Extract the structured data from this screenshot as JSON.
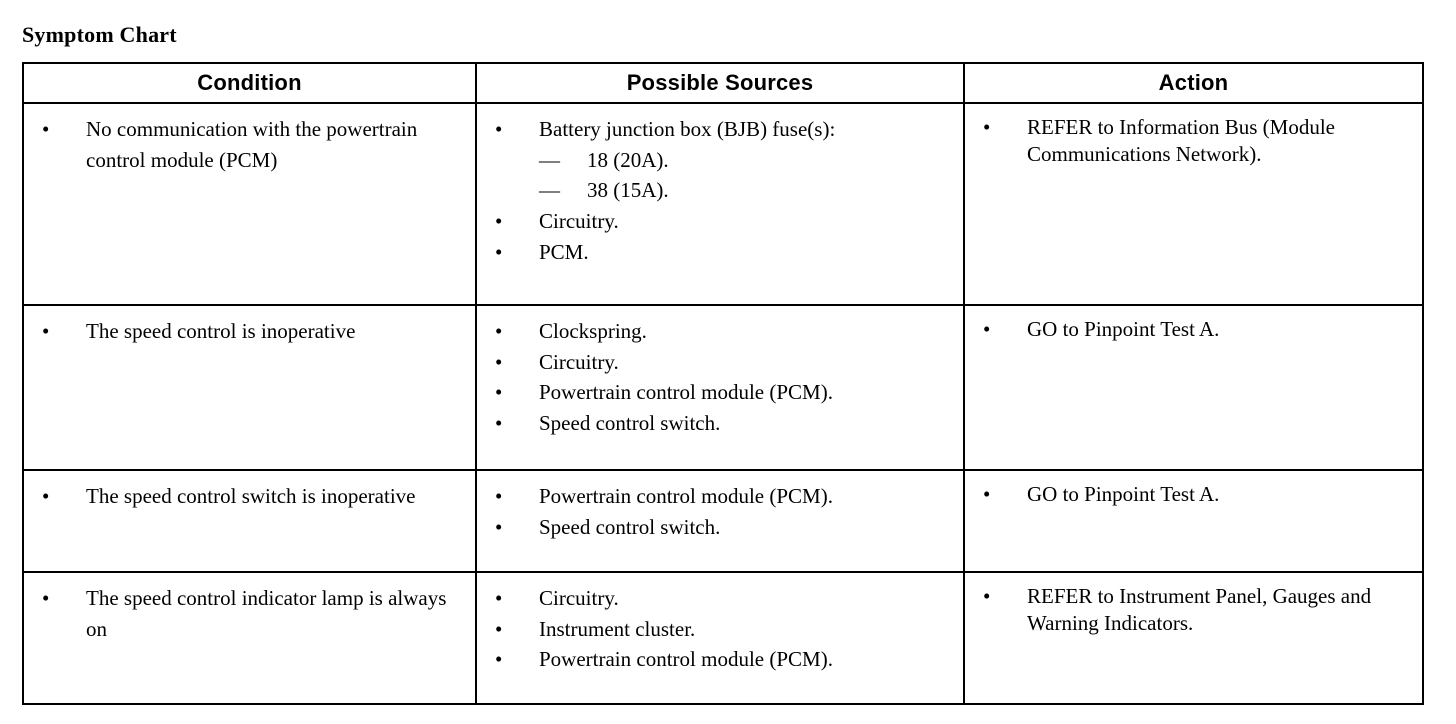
{
  "title": "Symptom Chart",
  "table": {
    "columns": [
      {
        "id": "condition",
        "label": "Condition"
      },
      {
        "id": "possible_sources",
        "label": "Possible Sources"
      },
      {
        "id": "action",
        "label": "Action"
      }
    ],
    "bullet_glyph": "•",
    "dash_glyph": "—",
    "rows": [
      {
        "condition": [
          "No communication with the powertrain control module (PCM)"
        ],
        "sources": [
          {
            "text": "Battery junction box (BJB) fuse(s):",
            "subitems": [
              "18 (20A).",
              "38 (15A)."
            ]
          },
          {
            "text": "Circuitry."
          },
          {
            "text": "PCM."
          }
        ],
        "action": [
          "REFER to  Information Bus (Module Communications Network)."
        ]
      },
      {
        "condition": [
          "The speed control is inoperative"
        ],
        "sources": [
          {
            "text": "Clockspring."
          },
          {
            "text": "Circuitry."
          },
          {
            "text": "Powertrain control module (PCM)."
          },
          {
            "text": "Speed control switch."
          }
        ],
        "action": [
          "GO to Pinpoint Test A."
        ]
      },
      {
        "condition": [
          "The speed control switch is inoperative"
        ],
        "sources": [
          {
            "text": "Powertrain control module (PCM)."
          },
          {
            "text": "Speed control switch."
          }
        ],
        "action": [
          "GO to Pinpoint Test A."
        ]
      },
      {
        "condition": [
          "The speed control indicator lamp is always on"
        ],
        "sources": [
          {
            "text": "Circuitry."
          },
          {
            "text": "Instrument cluster."
          },
          {
            "text": "Powertrain control module (PCM)."
          }
        ],
        "action": [
          "REFER to  Instrument Panel, Gauges and Warning Indicators."
        ]
      }
    ]
  },
  "colors": {
    "text": "#000000",
    "background": "#ffffff",
    "border": "#000000"
  }
}
